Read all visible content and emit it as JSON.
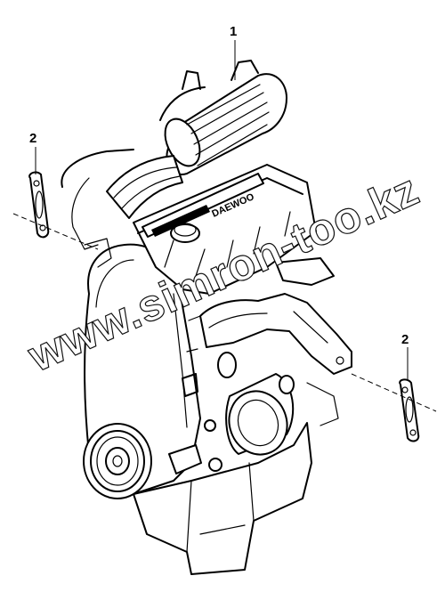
{
  "callouts": [
    {
      "label": "1",
      "part": "engine-assembly"
    },
    {
      "label": "2",
      "part": "exhaust-gasket-left"
    },
    {
      "label": "2",
      "part": "exhaust-gasket-right"
    }
  ],
  "engine": {
    "brand_text": "DAEWOO"
  },
  "watermark": {
    "text": "www.simron-too.kz"
  }
}
